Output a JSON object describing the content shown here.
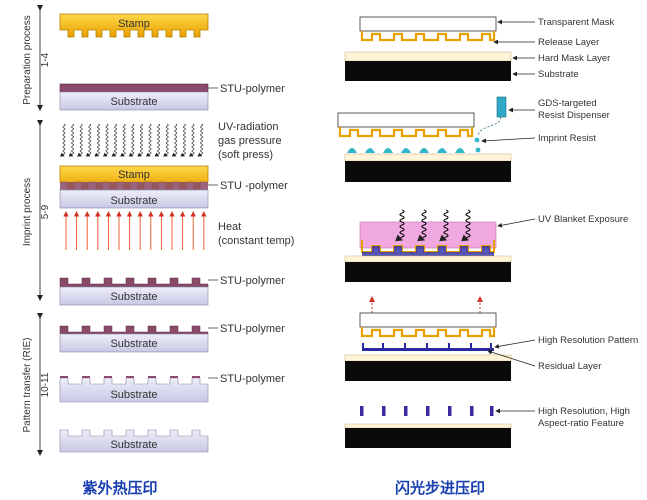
{
  "left": {
    "stage_labels": {
      "preparation": "Preparation process",
      "preparation_steps": "1-4",
      "imprint": "Imprint process",
      "imprint_steps": "5-9",
      "pattern": "Pattern transfer (RIE)",
      "pattern_steps": "10-11"
    },
    "stamp": "Stamp",
    "substrate": "Substrate",
    "stu_polymer": "STU-polymer",
    "stu_polymer_spaced": "STU -polymer",
    "uv_radiation": "UV-radiation",
    "gas_pressure": "gas pressure",
    "soft_press": "(soft press)",
    "heat": "Heat",
    "constant_temp": "(constant temp)",
    "caption": "紫外热压印"
  },
  "right": {
    "transparent_mask": "Transparent Mask",
    "release_layer": "Release Layer",
    "hard_mask_layer": "Hard Mask Layer",
    "substrate": "Substrate",
    "gds_dispenser_1": "GDS-targeted",
    "gds_dispenser_2": "Resist Dispenser",
    "imprint_resist": "Imprint Resist",
    "uv_blanket": "UV Blanket Exposure",
    "high_res_pattern": "High Resolution Pattern",
    "residual_layer": "Residual Layer",
    "feature_1": "High Resolution, High",
    "feature_2": "Aspect-ratio Feature",
    "caption": "闪光步进压印"
  },
  "colors": {
    "stamp": "#f5b800",
    "substrate": "#dcdcf0",
    "polymer": "#8a4a6a",
    "black": "#0a0a0a",
    "uv_pink": "#f0a8e0",
    "blue_feature": "#2a2aa0",
    "resist_cyan": "#30b8c8",
    "caption_blue": "#1a3fb0"
  }
}
